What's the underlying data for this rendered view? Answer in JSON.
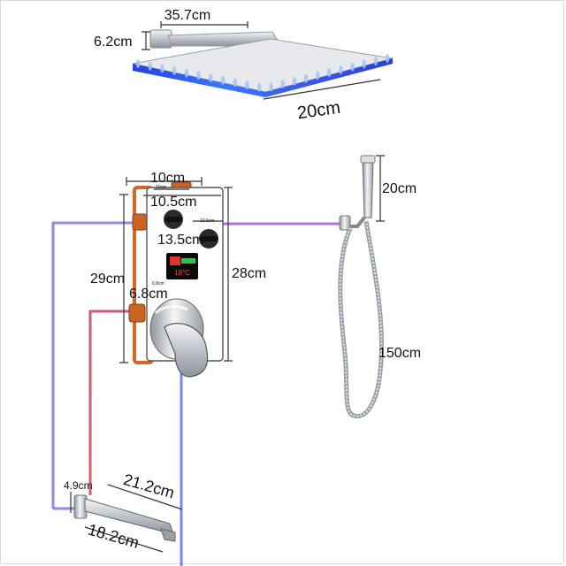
{
  "labels": {
    "head_width": "35.7cm",
    "arm_height": "6.2cm",
    "head_depth": "20cm",
    "box_width": "10cm",
    "valve_width": "10.5cm",
    "valve_depth": "13.5cm",
    "box_height": "29cm",
    "valve_height": "28cm",
    "handle_size": "6.8cm",
    "handheld_length": "20cm",
    "hose_length": "150cm",
    "spout_height": "4.9cm",
    "spout_length": "21.2cm",
    "spout_depth": "18.2cm",
    "tiny_top_left": "10cm",
    "tiny_top_right": "13.5cm",
    "tiny_side": "6.8cm",
    "display_temp": "19°C"
  },
  "colors": {
    "hot": "#e0303a",
    "cold": "#6b4de0",
    "mixed": "#b040c8",
    "chrome": "#c8ccd2",
    "led_blue": "#2c4ee8",
    "copper": "#d2692a"
  }
}
